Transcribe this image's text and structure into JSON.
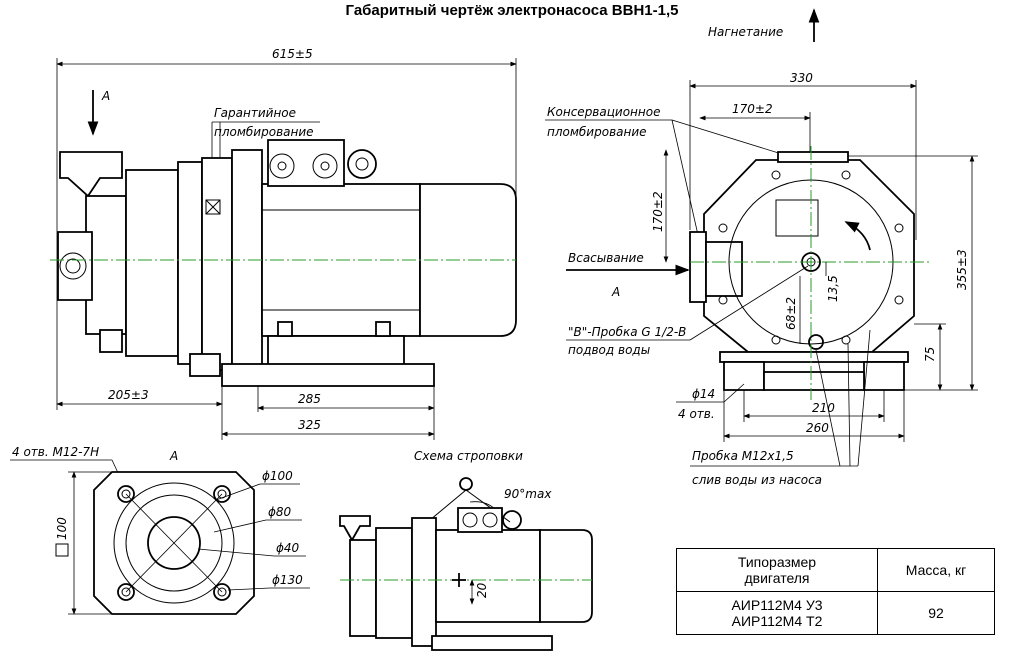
{
  "title": "Габаритный чертёж электронасоса ВВН1-1,5",
  "labels": {
    "discharge": "Нагнетание",
    "suction": "Всасывание",
    "view_a": "A",
    "warranty_seal_1": "Гарантийное",
    "warranty_seal_2": "пломбирование",
    "conservation_seal_1": "Консервационное",
    "conservation_seal_2": "пломбирование",
    "plug_b_1": "\"В\"-Пробка G 1/2-В",
    "plug_b_2": "подвод воды",
    "plug_m12_1": "Пробка М12х1,5",
    "plug_m12_2": "слив воды из насоса",
    "holes_m12": "4 отв. М12-7Н",
    "holes_14_1": "ϕ14",
    "holes_14_2": "4 отв.",
    "sling_scheme": "Схема строповки",
    "sling_angle": "90°max"
  },
  "dimensions": {
    "overall_length": "615±5",
    "offset_205": "205±3",
    "base_285": "285",
    "base_325": "325",
    "width_330": "330",
    "offset_170_h": "170±2",
    "height_170_v": "170±2",
    "height_355": "355±3",
    "dim_13_5": "13,5",
    "dim_68": "68±2",
    "dim_75": "75",
    "dim_210": "210",
    "dim_260": "260",
    "square_100": "100",
    "d100": "ϕ100",
    "d80": "ϕ80",
    "d40": "ϕ40",
    "d130": "ϕ130",
    "sling_20": "20"
  },
  "table": {
    "header_motor_1": "Типоразмер",
    "header_motor_2": "двигателя",
    "header_mass": "Масса, кг",
    "motor_1": "АИР112М4 У3",
    "motor_2": "АИР112М4 Т2",
    "mass": "92"
  },
  "colors": {
    "centerline": "#2a9d2a"
  }
}
